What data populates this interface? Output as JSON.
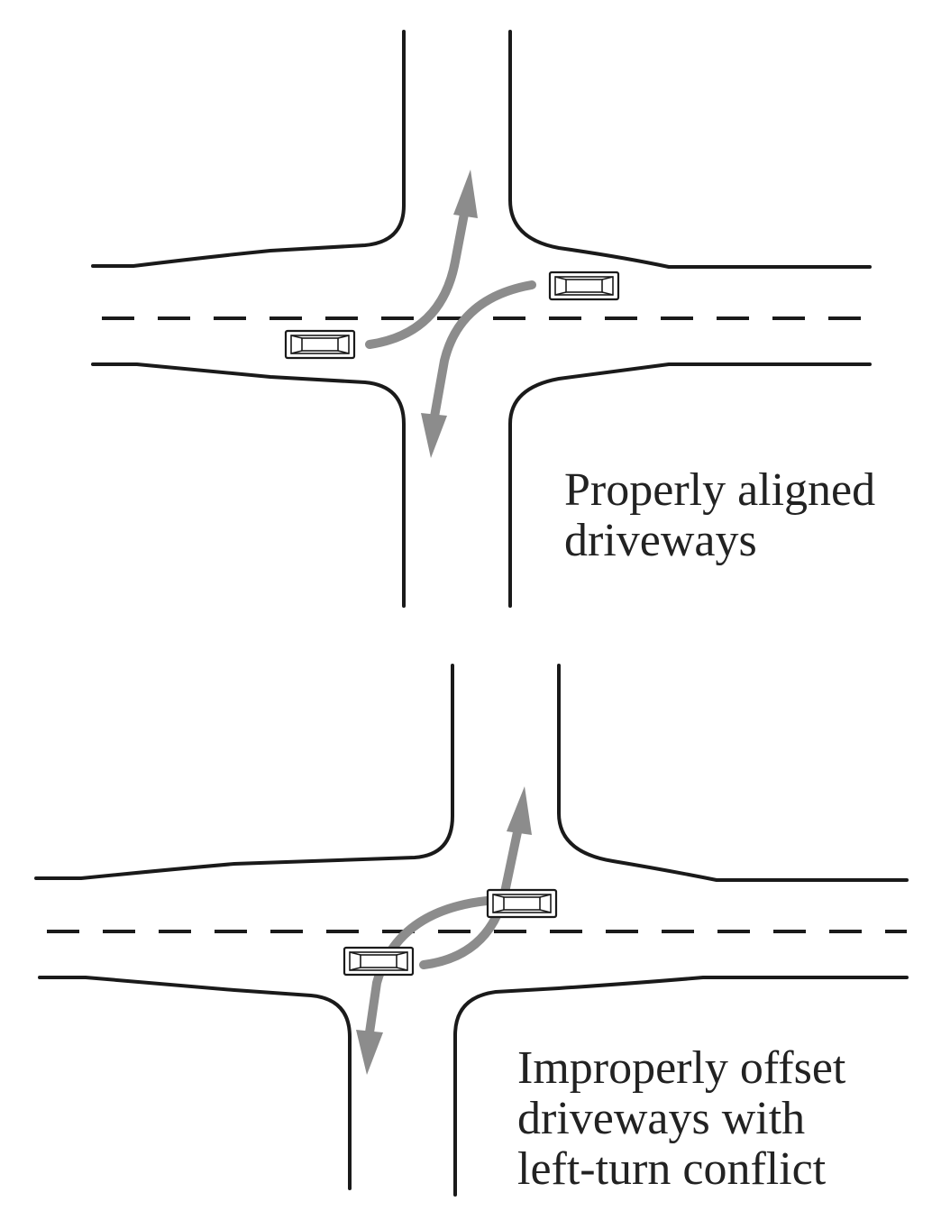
{
  "panels": [
    {
      "id": "aligned",
      "caption_lines": [
        "Properly aligned",
        "driveways"
      ]
    },
    {
      "id": "offset",
      "caption_lines": [
        "Improperly offset",
        "driveways with",
        "left-turn conflict"
      ]
    }
  ],
  "colors": {
    "road_edge": "#1a1a1a",
    "arrow": "#8c8c8c",
    "car_outline": "#1a1a1a",
    "background": "#ffffff"
  }
}
